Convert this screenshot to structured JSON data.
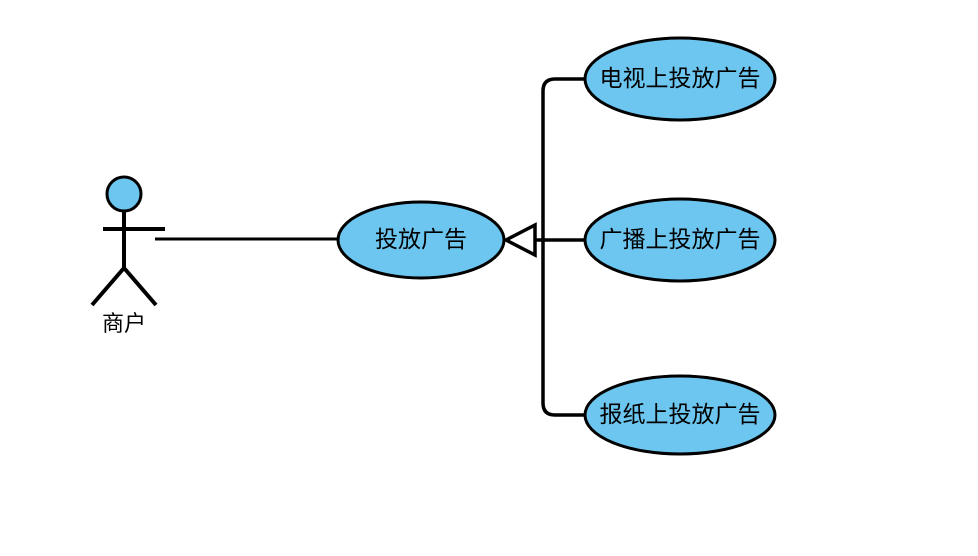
{
  "diagram": {
    "type": "uml-use-case-diagram",
    "background_color": "#ffffff",
    "stroke_color": "#000000",
    "ellipse_fill_color": "#6CC6F0",
    "arrowhead_fill_color": "#ffffff"
  },
  "actor": {
    "name": "merchant-actor",
    "label": "商户",
    "head_fill": "#6CC6F0"
  },
  "use_cases": {
    "parent": {
      "label": "投放广告"
    },
    "children": [
      {
        "label": "电视上投放广告"
      },
      {
        "label": "广播上投放广告"
      },
      {
        "label": "报纸上投放广告"
      }
    ]
  },
  "relationships": {
    "association": {
      "from": "商户",
      "to": "投放广告"
    },
    "generalization": {
      "parent": "投放广告",
      "children": [
        "电视上投放广告",
        "广播上投放广告",
        "报纸上投放广告"
      ]
    }
  }
}
